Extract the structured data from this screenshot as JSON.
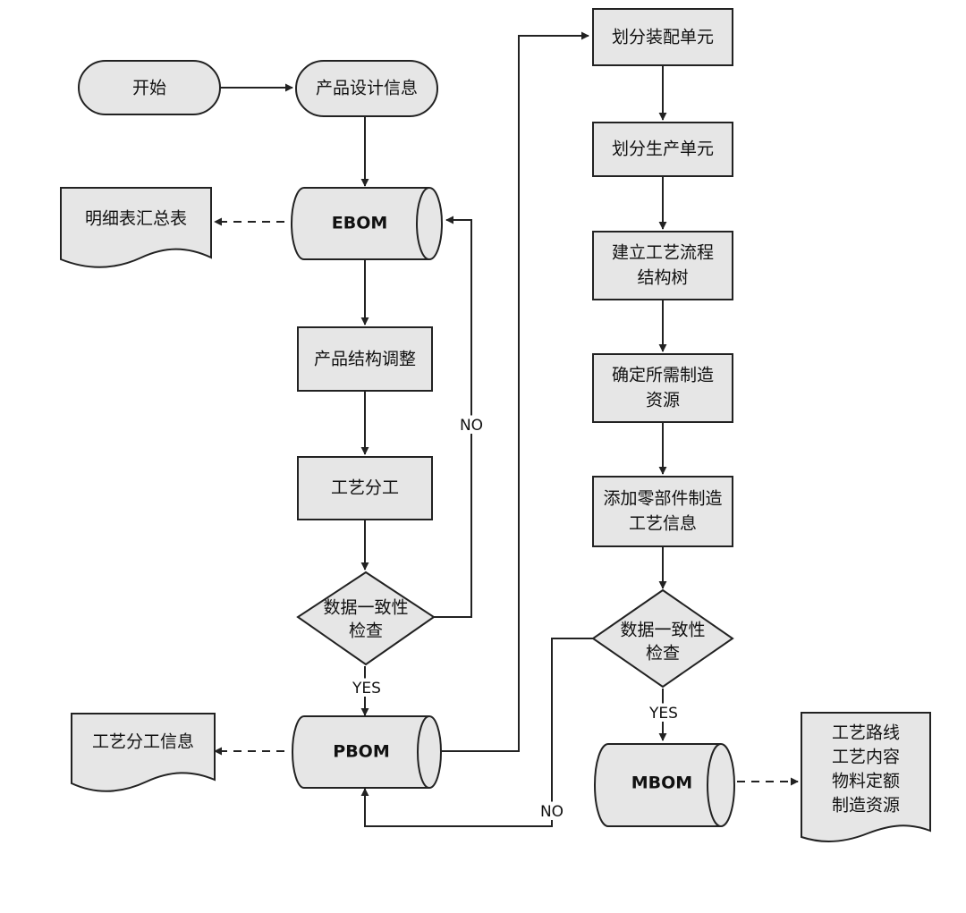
{
  "colors": {
    "fill": "#e6e6e6",
    "stroke": "#222222",
    "text": "#111111",
    "background": "#ffffff"
  },
  "nodes": {
    "start": "开始",
    "product_design_info": "产品设计信息",
    "ebom": "EBOM",
    "detail_summary": "明细表汇总表",
    "product_structure_adjust": "产品结构调整",
    "process_division": "工艺分工",
    "check_left": [
      "数据一致性",
      "检查"
    ],
    "pbom": "PBOM",
    "process_division_info": "工艺分工信息",
    "assembly_units": "划分装配单元",
    "production_units": "划分生产单元",
    "process_tree": [
      "建立工艺流程",
      "结构树"
    ],
    "mfg_resources": [
      "确定所需制造",
      "资源"
    ],
    "part_process_info": [
      "添加零部件制造",
      "工艺信息"
    ],
    "check_right": [
      "数据一致性",
      "检查"
    ],
    "mbom": "MBOM",
    "mbom_outputs": [
      "工艺路线",
      "工艺内容",
      "物料定额",
      "制造资源"
    ]
  },
  "edge_labels": {
    "no_left": "NO",
    "yes_left": "YES",
    "yes_right": "YES",
    "no_right": "NO"
  }
}
